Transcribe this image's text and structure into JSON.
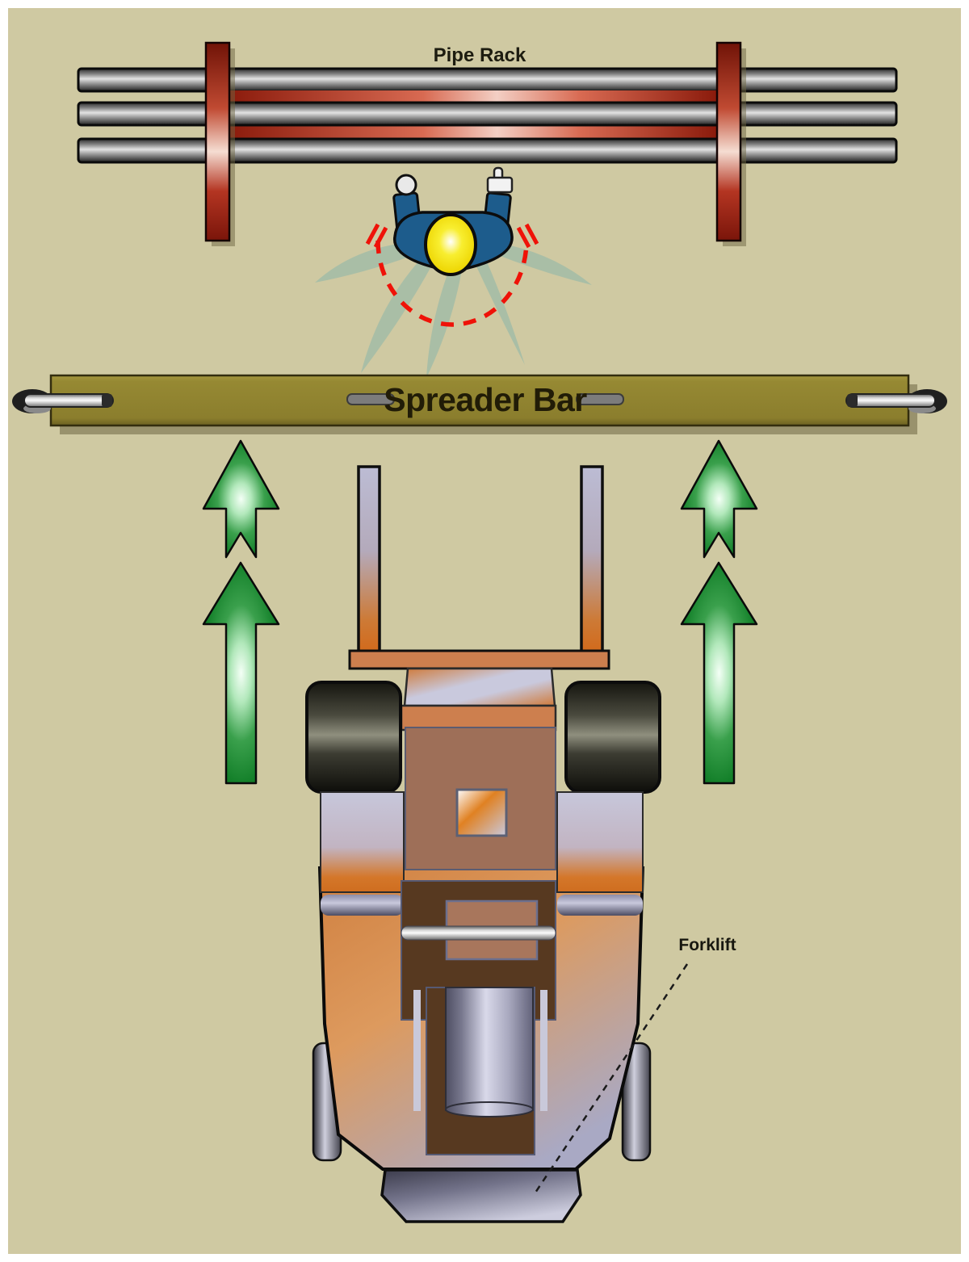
{
  "diagram": {
    "title": "Forklift lifting a spreader bar toward a pipe rack with signal person",
    "labels": {
      "pipe_rack": "Pipe Rack",
      "spreader_bar": "Spreader Bar",
      "forklift": "Forklift"
    },
    "colors": {
      "canvas_khaki": "#cfc9a2",
      "rack_red": "#a52814",
      "pipe_gray": "#9a9a9a",
      "spreader_olive": "#968933",
      "arrow_green": "#1e9633",
      "worker_blue": "#1d5c8c",
      "hardhat_yellow": "#efd908",
      "leaf_sage": "#a9bea6",
      "forklift_copper": "#cd7f4e",
      "cab_brown": "#9e6f58",
      "dark_brown": "#573920",
      "tire_dark": "#2e2e26",
      "metal_lavender": "#c9c9dd",
      "signal_arc_red": "#ef1208"
    }
  }
}
